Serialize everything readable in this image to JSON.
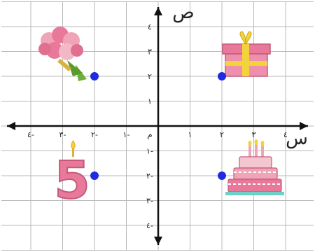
{
  "axes": {
    "x_label": "س",
    "y_label": "ص",
    "origin_label": "م"
  },
  "x_ticks": [
    {
      "v": -4,
      "text": "٤-"
    },
    {
      "v": -3,
      "text": "٣-"
    },
    {
      "v": -2,
      "text": "٢-"
    },
    {
      "v": -1,
      "text": "١-"
    },
    {
      "v": 1,
      "text": "١"
    },
    {
      "v": 2,
      "text": "٢"
    },
    {
      "v": 3,
      "text": "٣"
    },
    {
      "v": 4,
      "text": "٤"
    }
  ],
  "y_ticks": [
    {
      "v": 4,
      "text": "٤"
    },
    {
      "v": 3,
      "text": "٣"
    },
    {
      "v": 2,
      "text": "٢"
    },
    {
      "v": 1,
      "text": "١"
    },
    {
      "v": -1,
      "text": "١-"
    },
    {
      "v": -2,
      "text": "٢-"
    },
    {
      "v": -3,
      "text": "٣-"
    },
    {
      "v": -4,
      "text": "٤-"
    }
  ],
  "points": [
    {
      "x": -2,
      "y": 2,
      "picture": "flower-bouquet"
    },
    {
      "x": 2,
      "y": 2,
      "picture": "gift-box"
    },
    {
      "x": -2,
      "y": -2,
      "picture": "number-five-candle"
    },
    {
      "x": 2,
      "y": -2,
      "picture": "birthday-cake"
    }
  ],
  "number_candle_text": "5",
  "colors": {
    "grid": "#b9b9b9",
    "axis": "#111111",
    "point": "#1f2be0",
    "pink": "#e8799a",
    "yellow": "#f3d33b",
    "leaf_green": "#6fae3c"
  }
}
